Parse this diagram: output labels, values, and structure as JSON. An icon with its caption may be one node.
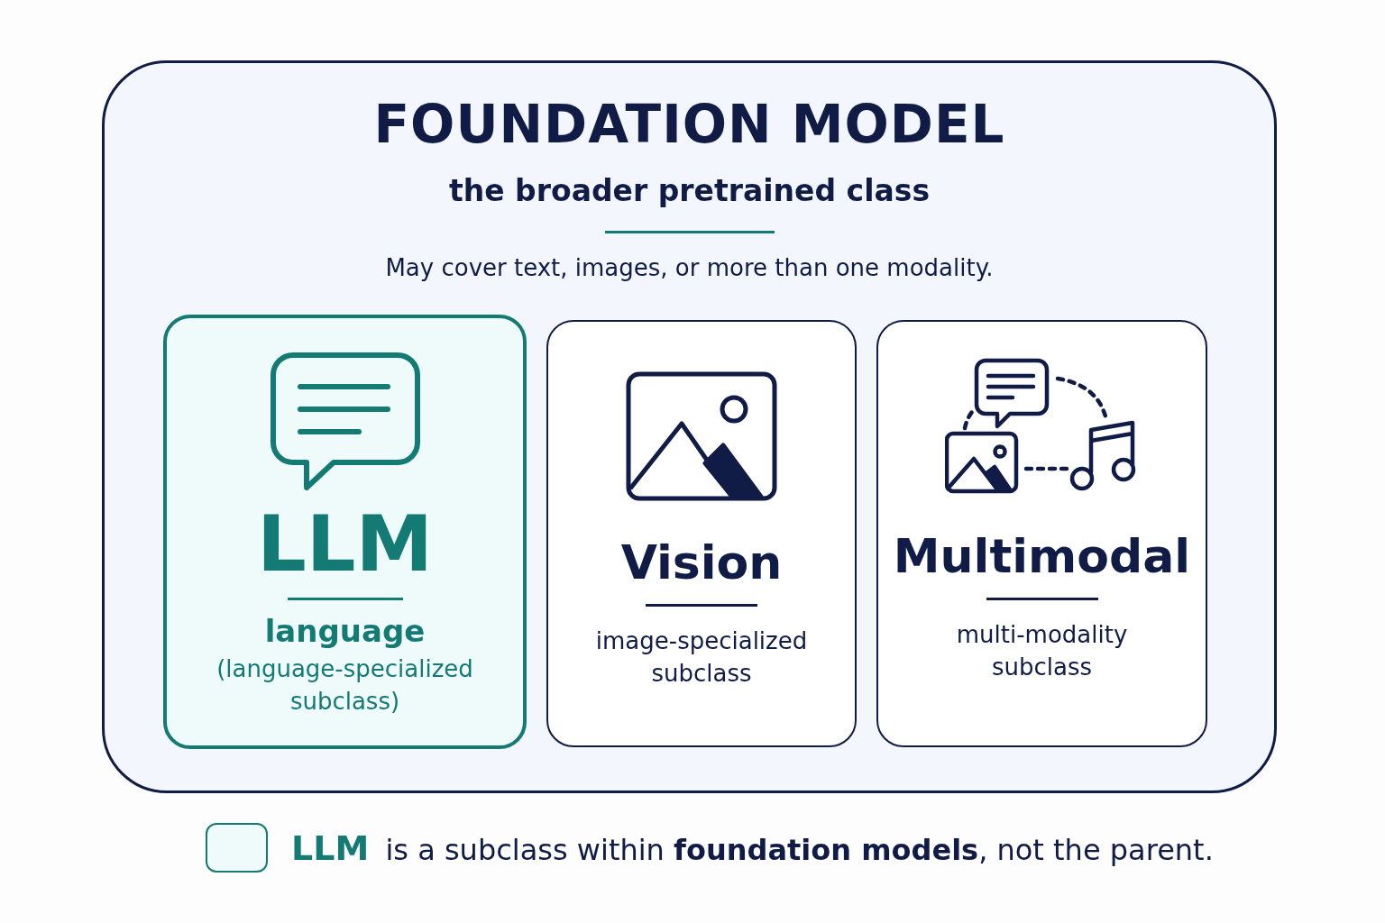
{
  "diagram": {
    "nodes": [
      {
        "text": [
          "FOUNDATION MODEL",
          "the broader pretrained class",
          "May cover text, images, or more than one modality."
        ]
      },
      {
        "text": [
          "LLM",
          "language",
          "(language-specialized subclass)"
        ],
        "in": 0
      },
      {
        "text": [
          "Vision",
          "image-specialized subclass"
        ],
        "in": 0
      },
      {
        "text": [
          "Multimodal",
          "multi-modality subclass"
        ],
        "in": 0
      }
    ],
    "legend": [
      {
        "text": "**LLM** is a subclass within **foundation models**, not the parent.",
        "color": "#effafa"
      }
    ]
  }
}
